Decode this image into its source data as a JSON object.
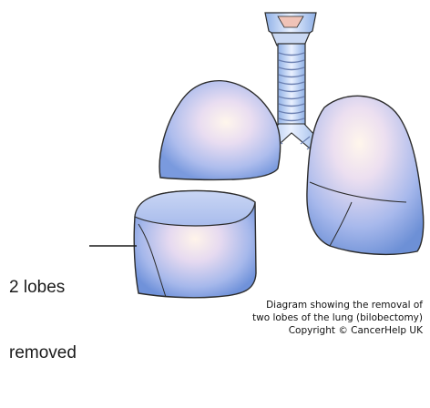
{
  "diagram": {
    "label_lines": [
      "2 lobes",
      "removed"
    ],
    "caption_lines": [
      "Diagram showing the removal of",
      "two lobes of the lung (bilobectomy)",
      "Copyright © CancerHelp UK"
    ]
  },
  "colors": {
    "lung_dark": "#6f92d8",
    "lung_mid": "#a9b9ec",
    "lung_light": "#f4e6f0",
    "highlight": "#fff6ec",
    "outline": "#2b2b2b",
    "trachea": "#b8cdf0"
  }
}
